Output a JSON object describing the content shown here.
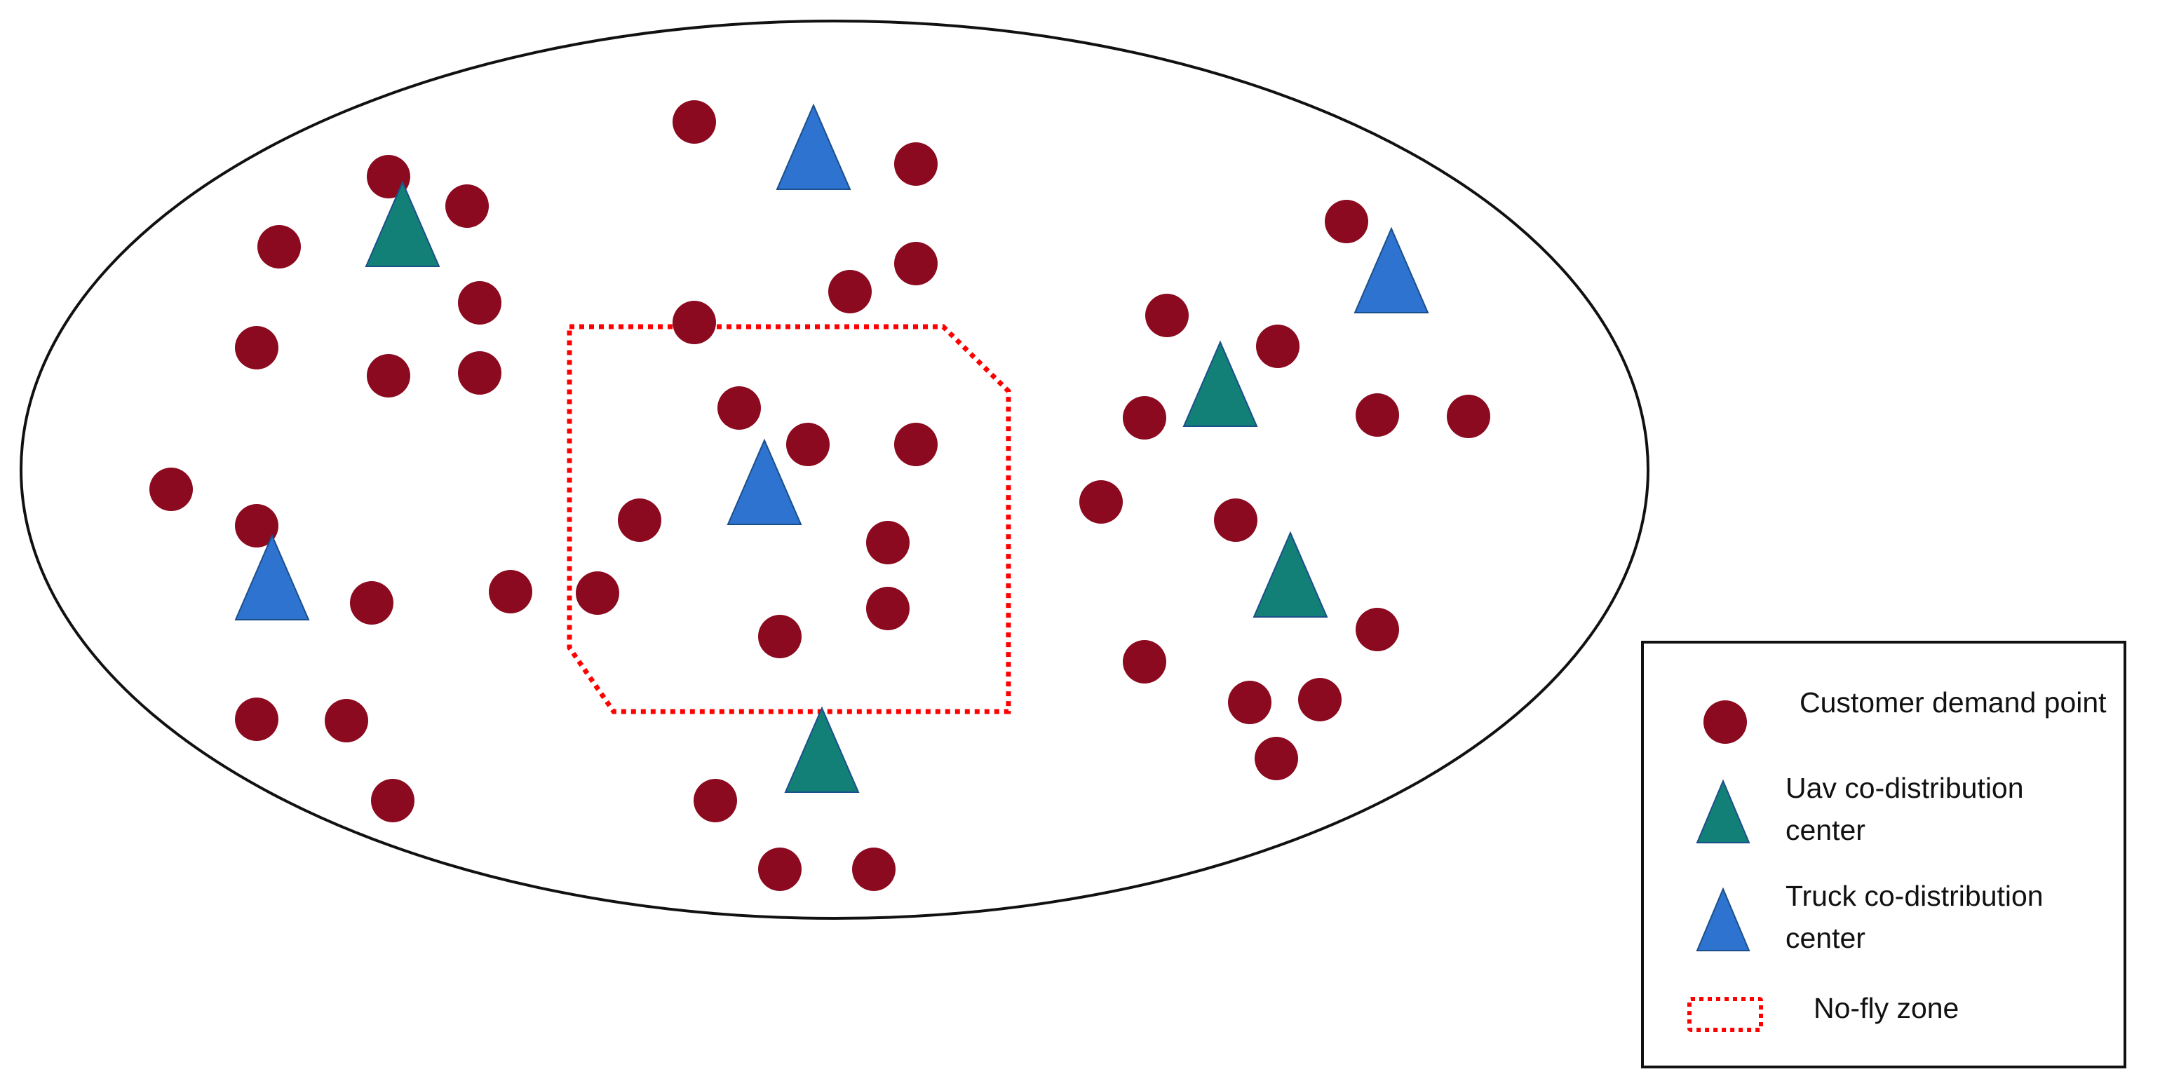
{
  "colors": {
    "customer": "#8b0a1f",
    "uav": "#128077",
    "truck": "#2f73d0",
    "nofly": "#ff0000",
    "outline": "#111111"
  },
  "legend": {
    "customer_label": "Customer demand point",
    "uav_label": "Uav co-distribution center",
    "truck_label": "Truck co-distribution center",
    "nofly_label": "No-fly zone"
  },
  "icons": {
    "customer": "filled-circle",
    "uav": "filled-triangle",
    "truck": "filled-triangle",
    "nofly": "dotted-rectangle"
  }
}
